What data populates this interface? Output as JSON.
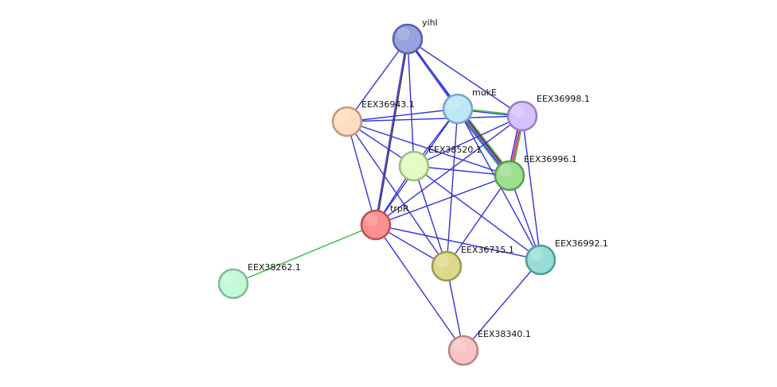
{
  "colors": {
    "edge_default": "#3333dd",
    "edge_green": "#33bb33",
    "edge_dark": "#333333",
    "edge_pink": "#dd44aa",
    "edge_yellow": "#cccc22",
    "edge_red": "#dd3333",
    "edge_teal": "#22aa88"
  },
  "nodes": [
    {
      "id": "yihI",
      "label": "yihI",
      "fill": "#98a2e0",
      "stroke": "#5a63a8"
    },
    {
      "id": "mukE",
      "label": "mukE",
      "fill": "#bde7f7",
      "stroke": "#7aa7c0"
    },
    {
      "id": "EEX36998.1",
      "label": "EEX36998.1",
      "fill": "#d7c1fb",
      "stroke": "#9a7fc4"
    },
    {
      "id": "EEX36943.1",
      "label": "EEX36943.1",
      "fill": "#fddfc0",
      "stroke": "#c09a78"
    },
    {
      "id": "EEX38520.1",
      "label": "EEX38520.1",
      "fill": "#e2fcc4",
      "stroke": "#9fbf80"
    },
    {
      "id": "EEX36996.1",
      "label": "EEX36996.1",
      "fill": "#9de08f",
      "stroke": "#5a9e50"
    },
    {
      "id": "trpR",
      "label": "trpR",
      "fill": "#fa9090",
      "stroke": "#c05050"
    },
    {
      "id": "EEX36715.1",
      "label": "EEX36715.1",
      "fill": "#dcd98f",
      "stroke": "#9c9a50"
    },
    {
      "id": "EEX36992.1",
      "label": "EEX36992.1",
      "fill": "#95ddd6",
      "stroke": "#529c95"
    },
    {
      "id": "EEX38262.1",
      "label": "EEX38262.1",
      "fill": "#c3fbd6",
      "stroke": "#80bf98"
    },
    {
      "id": "EEX38340.1",
      "label": "EEX38340.1",
      "fill": "#f8c4c4",
      "stroke": "#b88585"
    }
  ],
  "edges": [
    {
      "source": "yihI",
      "target": "trpR",
      "colors": [
        "edge_dark",
        "edge_default"
      ]
    },
    {
      "source": "yihI",
      "target": "mukE",
      "colors": [
        "edge_default",
        "edge_default"
      ]
    },
    {
      "source": "yihI",
      "target": "EEX36998.1",
      "colors": [
        "edge_default"
      ]
    },
    {
      "source": "yihI",
      "target": "EEX36996.1",
      "colors": [
        "edge_default"
      ]
    },
    {
      "source": "yihI",
      "target": "EEX36943.1",
      "colors": [
        "edge_default"
      ]
    },
    {
      "source": "yihI",
      "target": "EEX38520.1",
      "colors": [
        "edge_default"
      ]
    },
    {
      "source": "mukE",
      "target": "EEX36998.1",
      "colors": [
        "edge_green",
        "edge_default"
      ]
    },
    {
      "source": "mukE",
      "target": "EEX36996.1",
      "colors": [
        "edge_green",
        "edge_dark",
        "edge_pink",
        "edge_default",
        "edge_teal"
      ]
    },
    {
      "source": "mukE",
      "target": "EEX36943.1",
      "colors": [
        "edge_default"
      ]
    },
    {
      "source": "mukE",
      "target": "EEX38520.1",
      "colors": [
        "edge_default"
      ]
    },
    {
      "source": "mukE",
      "target": "trpR",
      "colors": [
        "edge_default"
      ]
    },
    {
      "source": "mukE",
      "target": "EEX36715.1",
      "colors": [
        "edge_default"
      ]
    },
    {
      "source": "mukE",
      "target": "EEX36992.1",
      "colors": [
        "edge_default"
      ]
    },
    {
      "source": "EEX36998.1",
      "target": "EEX36996.1",
      "colors": [
        "edge_green",
        "edge_red",
        "edge_pink",
        "edge_default"
      ]
    },
    {
      "source": "EEX36998.1",
      "target": "EEX36943.1",
      "colors": [
        "edge_default"
      ]
    },
    {
      "source": "EEX36998.1",
      "target": "EEX38520.1",
      "colors": [
        "edge_default"
      ]
    },
    {
      "source": "EEX36998.1",
      "target": "trpR",
      "colors": [
        "edge_default"
      ]
    },
    {
      "source": "EEX36998.1",
      "target": "EEX36992.1",
      "colors": [
        "edge_default"
      ]
    },
    {
      "source": "EEX36943.1",
      "target": "EEX38520.1",
      "colors": [
        "edge_default"
      ]
    },
    {
      "source": "EEX36943.1",
      "target": "EEX36996.1",
      "colors": [
        "edge_default"
      ]
    },
    {
      "source": "EEX36943.1",
      "target": "trpR",
      "colors": [
        "edge_default"
      ]
    },
    {
      "source": "EEX36943.1",
      "target": "EEX36715.1",
      "colors": [
        "edge_default"
      ]
    },
    {
      "source": "EEX38520.1",
      "target": "EEX36996.1",
      "colors": [
        "edge_default"
      ]
    },
    {
      "source": "EEX38520.1",
      "target": "trpR",
      "colors": [
        "edge_default"
      ]
    },
    {
      "source": "EEX38520.1",
      "target": "EEX36715.1",
      "colors": [
        "edge_default"
      ]
    },
    {
      "source": "EEX38520.1",
      "target": "EEX36992.1",
      "colors": [
        "edge_default"
      ]
    },
    {
      "source": "EEX36996.1",
      "target": "trpR",
      "colors": [
        "edge_default"
      ]
    },
    {
      "source": "EEX36996.1",
      "target": "EEX36715.1",
      "colors": [
        "edge_default"
      ]
    },
    {
      "source": "EEX36996.1",
      "target": "EEX36992.1",
      "colors": [
        "edge_default"
      ]
    },
    {
      "source": "trpR",
      "target": "EEX36715.1",
      "colors": [
        "edge_default"
      ]
    },
    {
      "source": "trpR",
      "target": "EEX36992.1",
      "colors": [
        "edge_default"
      ]
    },
    {
      "source": "trpR",
      "target": "EEX38340.1",
      "colors": [
        "edge_default"
      ]
    },
    {
      "source": "trpR",
      "target": "EEX38262.1",
      "colors": [
        "edge_green"
      ]
    },
    {
      "source": "EEX36715.1",
      "target": "EEX38340.1",
      "colors": [
        "edge_default"
      ]
    },
    {
      "source": "EEX36992.1",
      "target": "EEX38340.1",
      "colors": [
        "edge_default"
      ]
    }
  ]
}
